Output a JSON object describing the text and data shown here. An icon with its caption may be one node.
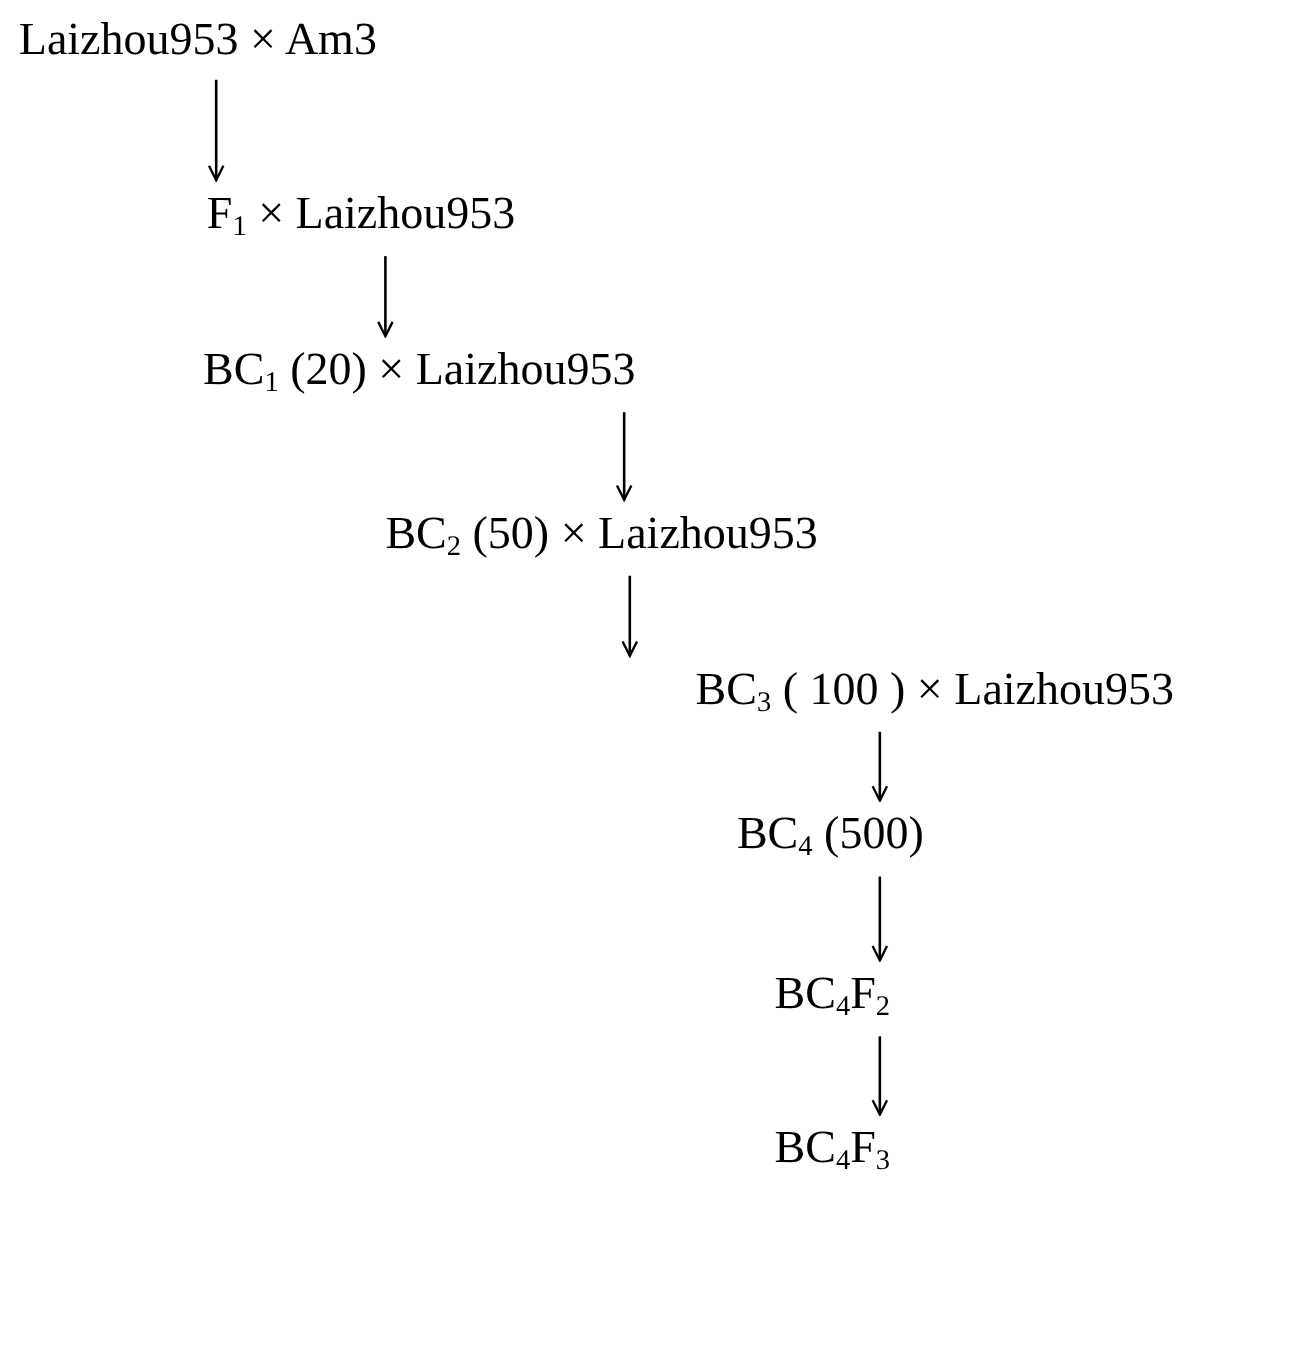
{
  "diagram": {
    "nodes": [
      {
        "text": [
          "Laizhou953 × Am3"
        ]
      },
      {
        "text": [
          "F$_{1}$ × Laizhou953"
        ]
      },
      {
        "text": [
          "BC$_{1}$ (20) × Laizhou953"
        ]
      },
      {
        "text": [
          "BC$_{2}$ (50) × Laizhou953"
        ]
      },
      {
        "text": [
          "BC$_{3}$ ( 100 ) × Laizhou953"
        ]
      },
      {
        "text": [
          "BC$_{4}$ (500)"
        ]
      },
      {
        "text": [
          "BC$_{4}$F$_{2}$"
        ]
      },
      {
        "text": [
          "BC$_{4}$F$_{3}$"
        ]
      }
    ],
    "edges": [
      {
        "from": 0,
        "to": 1,
        "arrow": "to"
      },
      {
        "from": 1,
        "to": 2,
        "arrow": "to"
      },
      {
        "from": 2,
        "to": 3,
        "arrow": "to"
      },
      {
        "from": 3,
        "to": 4,
        "arrow": "to"
      },
      {
        "from": 4,
        "to": 5,
        "arrow": "to"
      },
      {
        "from": 5,
        "to": 6,
        "arrow": "to"
      },
      {
        "from": 6,
        "to": 7,
        "arrow": "to"
      }
    ]
  }
}
